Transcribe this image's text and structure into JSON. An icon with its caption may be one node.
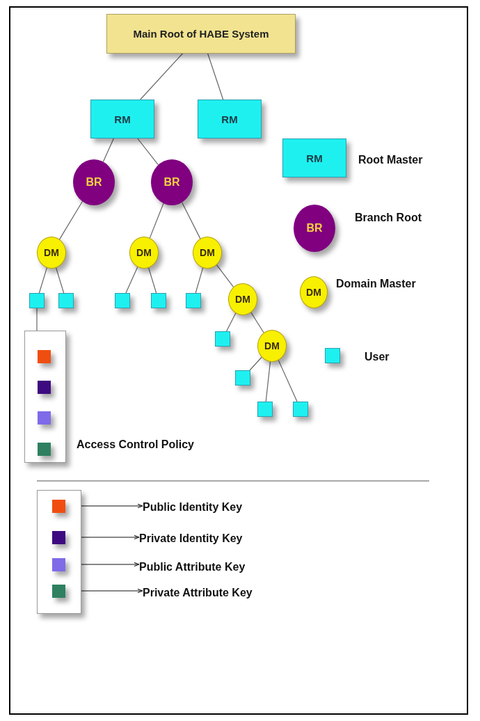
{
  "diagram": {
    "nodes": [
      {
        "text": [
          "Main Root of HABE System"
        ]
      },
      {
        "text": [
          "RM"
        ]
      },
      {
        "text": [
          "RM"
        ]
      },
      {
        "text": [
          "RM"
        ],
        "beside": [
          "Root Master"
        ]
      },
      {
        "text": [
          "BR"
        ]
      },
      {
        "text": [
          "BR"
        ]
      },
      {
        "text": [
          "BR"
        ],
        "beside": [
          "Branch Root"
        ]
      },
      {
        "text": [
          "DM"
        ]
      },
      {
        "text": [
          "DM"
        ]
      },
      {
        "text": [
          "DM"
        ]
      },
      {
        "text": [
          "DM"
        ],
        "beside": [
          "Domain Master"
        ]
      },
      {
        "text": [],
        "shape": "box"
      },
      {
        "text": [],
        "shape": "box"
      },
      {
        "text": [],
        "shape": "box"
      },
      {
        "text": [],
        "shape": "box"
      },
      {
        "text": [],
        "shape": "box"
      },
      {
        "text": [
          "DM"
        ]
      },
      {
        "text": [],
        "shape": "box"
      },
      {
        "text": [
          "DM"
        ]
      },
      {
        "text": [],
        "shape": "box",
        "beside": [
          "User"
        ]
      },
      {
        "text": [],
        "shape": "box"
      },
      {
        "text": [],
        "shape": "box"
      },
      {
        "text": [],
        "shape": "box"
      },
      {
        "text": [],
        "shape": "box",
        "beside": [
          "Access Control Policy"
        ]
      },
      {
        "text": [],
        "shape": "box",
        "in": 23
      },
      {
        "text": [],
        "shape": "box",
        "in": 23
      },
      {
        "text": [],
        "shape": "box",
        "in": 23
      },
      {
        "text": [],
        "shape": "box",
        "in": 23
      },
      {
        "text": [],
        "shape": "box"
      },
      {
        "text": [],
        "shape": "box",
        "in": 28
      },
      {
        "text": [],
        "shape": "box",
        "in": 28
      },
      {
        "text": [],
        "shape": "box",
        "in": 28
      },
      {
        "text": [],
        "shape": "box",
        "in": 28
      },
      {
        "text": [
          "Public Identity Key"
        ]
      },
      {
        "text": [
          "Private Identity Key"
        ]
      },
      {
        "text": [
          "Public Attribute Key"
        ]
      },
      {
        "text": [
          "Private Attribute Key"
        ]
      }
    ],
    "edges": [
      {
        "from": 0,
        "to": 1,
        "arrow": "none"
      },
      {
        "from": 0,
        "to": 2,
        "arrow": "none"
      },
      {
        "from": 1,
        "to": 4,
        "arrow": "none"
      },
      {
        "from": 1,
        "to": 5,
        "arrow": "none"
      },
      {
        "from": 4,
        "to": 7,
        "arrow": "none"
      },
      {
        "from": 5,
        "to": 8,
        "arrow": "none"
      },
      {
        "from": 5,
        "to": 9,
        "arrow": "none"
      },
      {
        "from": 7,
        "to": 11,
        "arrow": "none"
      },
      {
        "from": 7,
        "to": 12,
        "arrow": "none"
      },
      {
        "from": 8,
        "to": 13,
        "arrow": "none"
      },
      {
        "from": 8,
        "to": 14,
        "arrow": "none"
      },
      {
        "from": 9,
        "to": 15,
        "arrow": "none"
      },
      {
        "from": 9,
        "to": 16,
        "arrow": "none"
      },
      {
        "from": 16,
        "to": 17,
        "arrow": "none"
      },
      {
        "from": 16,
        "to": 18,
        "arrow": "none"
      },
      {
        "from": 18,
        "to": 20,
        "arrow": "none"
      },
      {
        "from": 18,
        "to": 21,
        "arrow": "none"
      },
      {
        "from": 18,
        "to": 22,
        "arrow": "none"
      },
      {
        "from": 11,
        "to": 23,
        "arrow": "none"
      },
      {
        "from": 29,
        "to": 33,
        "arrow": "to"
      },
      {
        "from": 30,
        "to": 34,
        "arrow": "to"
      },
      {
        "from": 31,
        "to": 35,
        "arrow": "to"
      },
      {
        "from": 32,
        "to": 36,
        "arrow": "to"
      }
    ]
  }
}
